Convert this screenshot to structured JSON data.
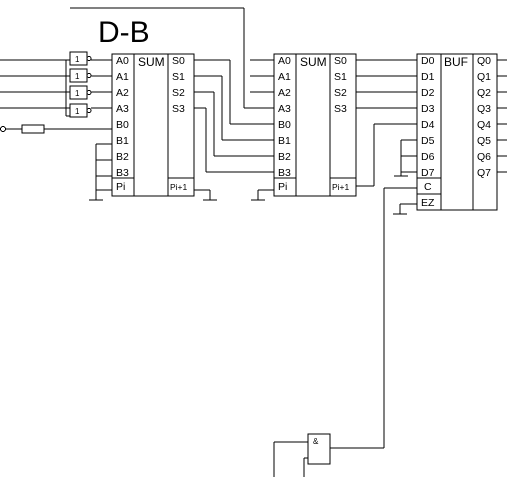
{
  "title": "D-B",
  "sum1": {
    "name": "SUM",
    "inputs": [
      "A0",
      "A1",
      "A2",
      "A3",
      "B0",
      "B1",
      "B2",
      "B3",
      "Pi"
    ],
    "outputs": [
      "S0",
      "S1",
      "S2",
      "S3"
    ],
    "carry_out": "Pi+1"
  },
  "sum2": {
    "name": "SUM",
    "inputs": [
      "A0",
      "A1",
      "A2",
      "A3",
      "B0",
      "B1",
      "B2",
      "B3",
      "Pi"
    ],
    "outputs": [
      "S0",
      "S1",
      "S2",
      "S3"
    ],
    "carry_out": "Pi+1"
  },
  "buf": {
    "name": "BUF",
    "inputs": [
      "D0",
      "D1",
      "D2",
      "D3",
      "D4",
      "D5",
      "D6",
      "D7",
      "C",
      "EZ"
    ],
    "outputs": [
      "Q0",
      "Q1",
      "Q2",
      "Q3",
      "Q4",
      "Q5",
      "Q6",
      "Q7"
    ]
  },
  "inverter_label": "1",
  "and_gate_label": "&"
}
